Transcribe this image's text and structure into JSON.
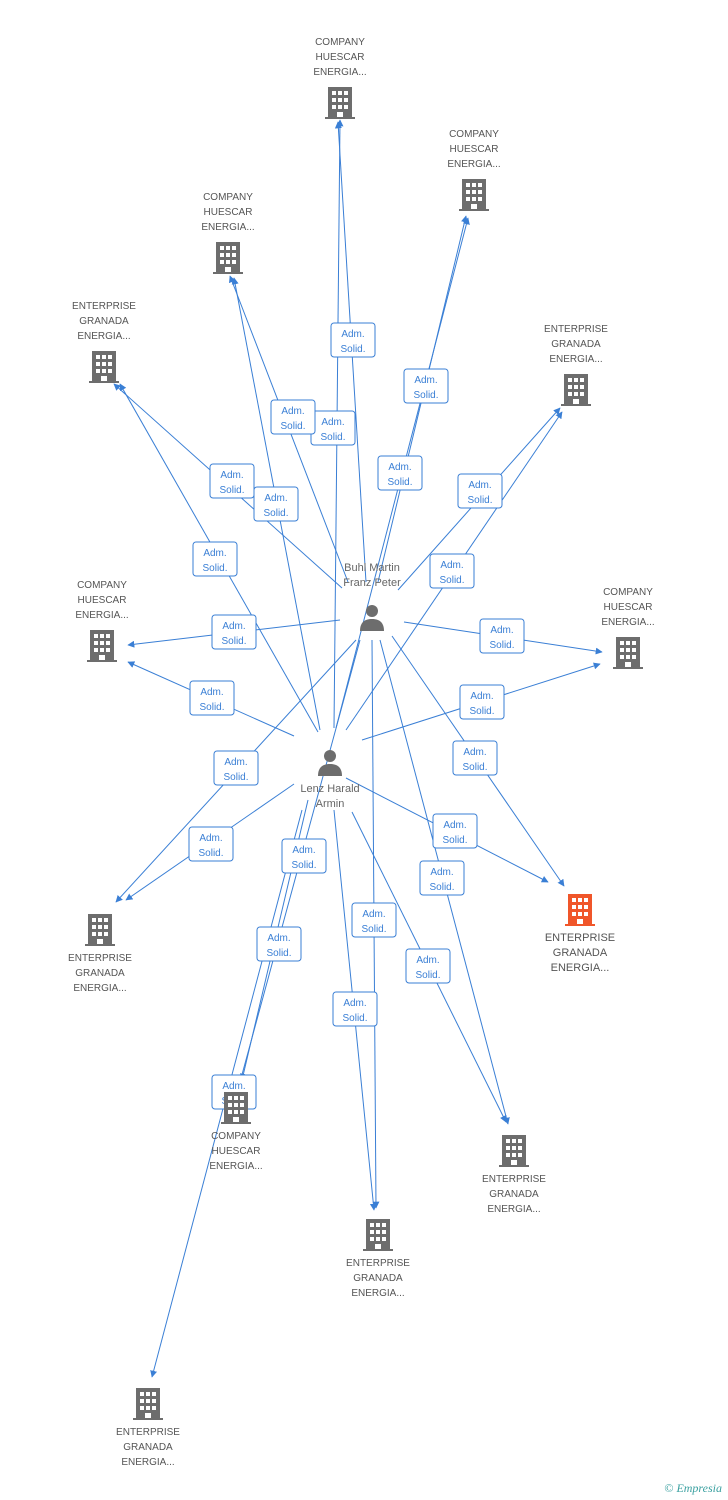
{
  "colors": {
    "edge": "#3a7fd5",
    "building": "#6d6d6d",
    "building_highlight": "#f0562a",
    "person": "#6d6d6d"
  },
  "persons": [
    {
      "id": "buhl",
      "lines": [
        "Buhl Martin",
        "Franz Peter"
      ]
    },
    {
      "id": "lenz",
      "lines": [
        "Lenz Harald",
        "Armin"
      ]
    }
  ],
  "companies": [
    {
      "id": "c1",
      "lines": [
        "COMPANY",
        "HUESCAR",
        "ENERGIA..."
      ],
      "highlight": false
    },
    {
      "id": "c2",
      "lines": [
        "COMPANY",
        "HUESCAR",
        "ENERGIA..."
      ],
      "highlight": false
    },
    {
      "id": "c3",
      "lines": [
        "COMPANY",
        "HUESCAR",
        "ENERGIA..."
      ],
      "highlight": false
    },
    {
      "id": "c4",
      "lines": [
        "ENTERPRISE",
        "GRANADA",
        "ENERGIA..."
      ],
      "highlight": false
    },
    {
      "id": "c5",
      "lines": [
        "ENTERPRISE",
        "GRANADA",
        "ENERGIA..."
      ],
      "highlight": false
    },
    {
      "id": "c6",
      "lines": [
        "COMPANY",
        "HUESCAR",
        "ENERGIA..."
      ],
      "highlight": false
    },
    {
      "id": "c7",
      "lines": [
        "COMPANY",
        "HUESCAR",
        "ENERGIA..."
      ],
      "highlight": false
    },
    {
      "id": "c8",
      "lines": [
        "ENTERPRISE",
        "GRANADA",
        "ENERGIA..."
      ],
      "highlight": true
    },
    {
      "id": "c9",
      "lines": [
        "ENTERPRISE",
        "GRANADA",
        "ENERGIA..."
      ],
      "highlight": false
    },
    {
      "id": "c10",
      "lines": [
        "COMPANY",
        "HUESCAR",
        "ENERGIA..."
      ],
      "highlight": false
    },
    {
      "id": "c11",
      "lines": [
        "ENTERPRISE",
        "GRANADA",
        "ENERGIA..."
      ],
      "highlight": false
    },
    {
      "id": "c12",
      "lines": [
        "ENTERPRISE",
        "GRANADA",
        "ENERGIA..."
      ],
      "highlight": false
    },
    {
      "id": "c13",
      "lines": [
        "ENTERPRISE",
        "GRANADA",
        "ENERGIA..."
      ],
      "highlight": false
    }
  ],
  "edges": [
    {
      "from": "buhl",
      "to": "c1"
    },
    {
      "from": "lenz",
      "to": "c1"
    },
    {
      "from": "buhl",
      "to": "c2"
    },
    {
      "from": "lenz",
      "to": "c2"
    },
    {
      "from": "buhl",
      "to": "c3"
    },
    {
      "from": "lenz",
      "to": "c3"
    },
    {
      "from": "buhl",
      "to": "c4"
    },
    {
      "from": "lenz",
      "to": "c4"
    },
    {
      "from": "buhl",
      "to": "c5"
    },
    {
      "from": "lenz",
      "to": "c5"
    },
    {
      "from": "buhl",
      "to": "c6"
    },
    {
      "from": "lenz",
      "to": "c6"
    },
    {
      "from": "buhl",
      "to": "c7"
    },
    {
      "from": "lenz",
      "to": "c7"
    },
    {
      "from": "buhl",
      "to": "c8"
    },
    {
      "from": "lenz",
      "to": "c8"
    },
    {
      "from": "buhl",
      "to": "c9"
    },
    {
      "from": "lenz",
      "to": "c9"
    },
    {
      "from": "buhl",
      "to": "c10"
    },
    {
      "from": "lenz",
      "to": "c10"
    },
    {
      "from": "buhl",
      "to": "c11"
    },
    {
      "from": "lenz",
      "to": "c11"
    },
    {
      "from": "buhl",
      "to": "c12"
    },
    {
      "from": "lenz",
      "to": "c12"
    },
    {
      "from": "lenz",
      "to": "c13"
    }
  ],
  "role_label": [
    "Adm.",
    "Solid."
  ],
  "watermark": {
    "symbol": "©",
    "brand": "Empresia"
  }
}
